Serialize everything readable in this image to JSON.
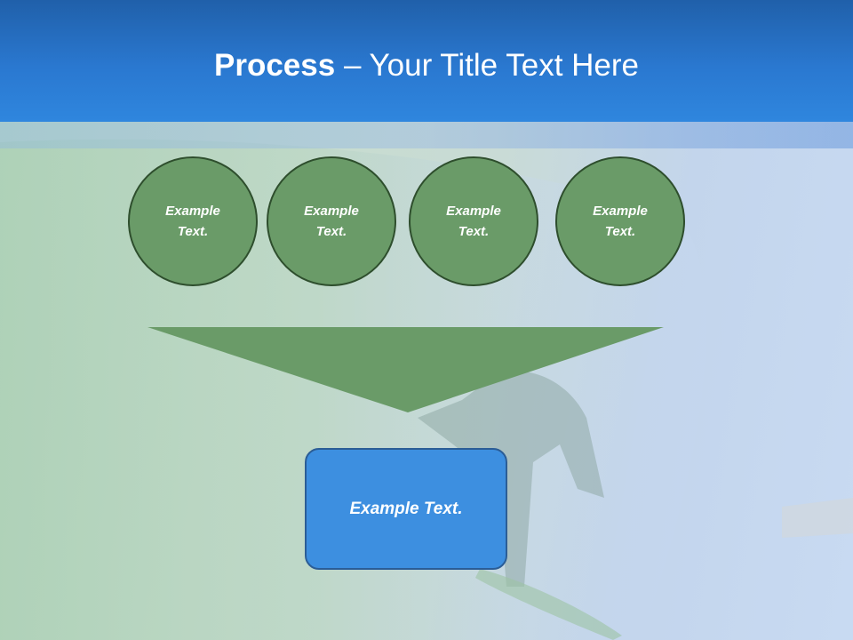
{
  "slide": {
    "title_bold": "Process",
    "title_rest": " – Your Title Text Here"
  },
  "process": {
    "steps": [
      {
        "label": "Example Text."
      },
      {
        "label": "Example Text."
      },
      {
        "label": "Example Text."
      },
      {
        "label": "Example Text."
      }
    ],
    "result": {
      "label": "Example Text."
    }
  },
  "colors": {
    "header": "#2a78d0",
    "circle_fill": "#6a9b68",
    "funnel_fill": "#6a9b68",
    "result_fill": "#3d8fe0"
  }
}
